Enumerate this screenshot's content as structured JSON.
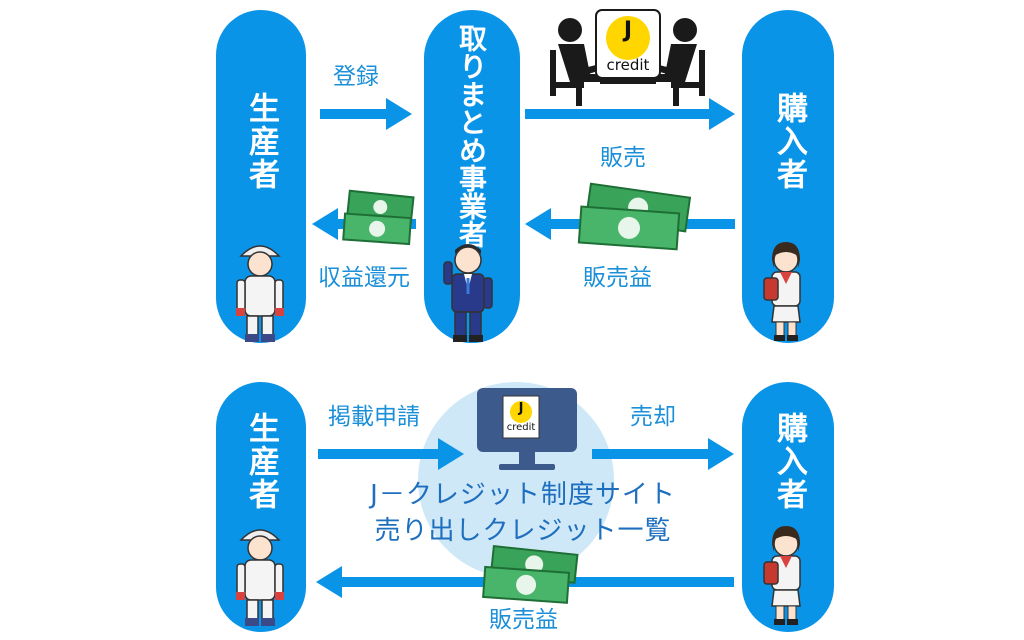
{
  "colors": {
    "pill": "#0a94e8",
    "arrow": "#0a94e8",
    "label": "#1b8fd8",
    "monitor": "#3d5a8c",
    "highlight": "#cfe8f8",
    "jcredit_yellow": "#ffd600",
    "money": "#3aa35a"
  },
  "top": {
    "producer": "生産者",
    "aggregator": "取りまとめ事業者",
    "buyer": "購入者",
    "arrow_register": "登録",
    "arrow_sale": "販売",
    "arrow_revenue_return": "収益還元",
    "arrow_sales_revenue": "販売益",
    "logo_letter": "J",
    "logo_word": "credit"
  },
  "bottom": {
    "producer": "生産者",
    "buyer": "購入者",
    "arrow_apply": "掲載申請",
    "arrow_sell": "売却",
    "site_line1": "J－クレジット制度サイト",
    "site_line2": "売り出しクレジット一覧",
    "arrow_sales_revenue": "販売益",
    "logo_letter": "J",
    "logo_word": "credit"
  }
}
